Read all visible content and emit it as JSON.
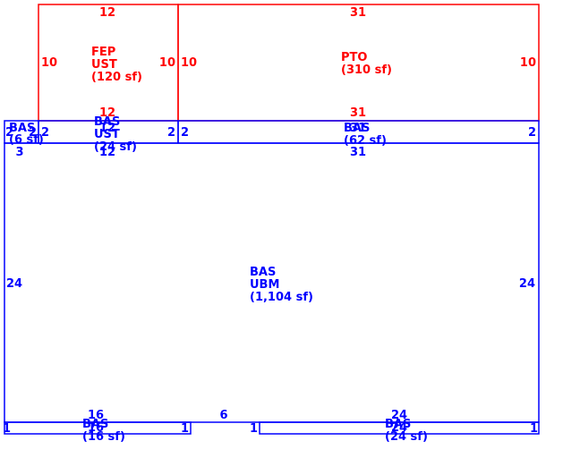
{
  "colors": {
    "existing": "#0000ff",
    "addition": "#ff0000"
  },
  "areas": [
    {
      "id": "fep",
      "kind": "addition",
      "lines": [
        "FEP",
        "UST",
        "(120 sf)"
      ]
    },
    {
      "id": "pto",
      "kind": "addition",
      "lines": [
        "PTO",
        "(310 sf)"
      ]
    },
    {
      "id": "bas-ubm",
      "kind": "existing",
      "lines": [
        "BAS",
        "UBM",
        "(1,104 sf)"
      ]
    },
    {
      "id": "bas-small-left",
      "kind": "existing",
      "lines": [
        "BAS",
        "(6 sf)"
      ]
    },
    {
      "id": "bas-ust",
      "kind": "existing",
      "lines": [
        "BAS",
        "UST",
        "(24 sf)"
      ]
    },
    {
      "id": "bas-62",
      "kind": "existing",
      "lines": [
        "BAS",
        "(62 sf)"
      ]
    },
    {
      "id": "bas-16",
      "kind": "existing",
      "lines": [
        "BAS",
        "(16 sf)"
      ]
    },
    {
      "id": "bas-24",
      "kind": "existing",
      "lines": [
        "BAS",
        "(24 sf)"
      ]
    }
  ],
  "dimensions": [
    {
      "id": "fep-top",
      "kind": "addition",
      "text": "12"
    },
    {
      "id": "fep-left",
      "kind": "addition",
      "text": "10"
    },
    {
      "id": "fep-right",
      "kind": "addition",
      "text": "10"
    },
    {
      "id": "fep-bottom",
      "kind": "addition",
      "text": "12"
    },
    {
      "id": "pto-top",
      "kind": "addition",
      "text": "31"
    },
    {
      "id": "pto-left",
      "kind": "addition",
      "text": "10"
    },
    {
      "id": "pto-right",
      "kind": "addition",
      "text": "10"
    },
    {
      "id": "pto-bottom",
      "kind": "addition",
      "text": "31"
    },
    {
      "id": "small-left-a",
      "kind": "existing",
      "text": "2"
    },
    {
      "id": "small-left-b",
      "kind": "existing",
      "text": "2"
    },
    {
      "id": "small-left-bottom",
      "kind": "existing",
      "text": "3"
    },
    {
      "id": "ust-left",
      "kind": "existing",
      "text": "2"
    },
    {
      "id": "ust-right",
      "kind": "existing",
      "text": "2"
    },
    {
      "id": "ust-top",
      "kind": "existing",
      "text": "12"
    },
    {
      "id": "ust-bottom",
      "kind": "existing",
      "text": "12"
    },
    {
      "id": "b62-left",
      "kind": "existing",
      "text": "2"
    },
    {
      "id": "b62-right",
      "kind": "existing",
      "text": "2"
    },
    {
      "id": "b62-top",
      "kind": "existing",
      "text": "31"
    },
    {
      "id": "b62-bottom",
      "kind": "existing",
      "text": "31"
    },
    {
      "id": "ubm-left",
      "kind": "existing",
      "text": "24"
    },
    {
      "id": "ubm-right",
      "kind": "existing",
      "text": "24"
    },
    {
      "id": "notch",
      "kind": "existing",
      "text": "6"
    },
    {
      "id": "b16-top",
      "kind": "existing",
      "text": "16"
    },
    {
      "id": "b16-bottom",
      "kind": "existing",
      "text": "16"
    },
    {
      "id": "b16-left",
      "kind": "existing",
      "text": "1"
    },
    {
      "id": "b16-right",
      "kind": "existing",
      "text": "1"
    },
    {
      "id": "b24-top",
      "kind": "existing",
      "text": "24"
    },
    {
      "id": "b24-bottom",
      "kind": "existing",
      "text": "24"
    },
    {
      "id": "b24-left",
      "kind": "existing",
      "text": "1"
    },
    {
      "id": "b24-right",
      "kind": "existing",
      "text": "1"
    }
  ]
}
